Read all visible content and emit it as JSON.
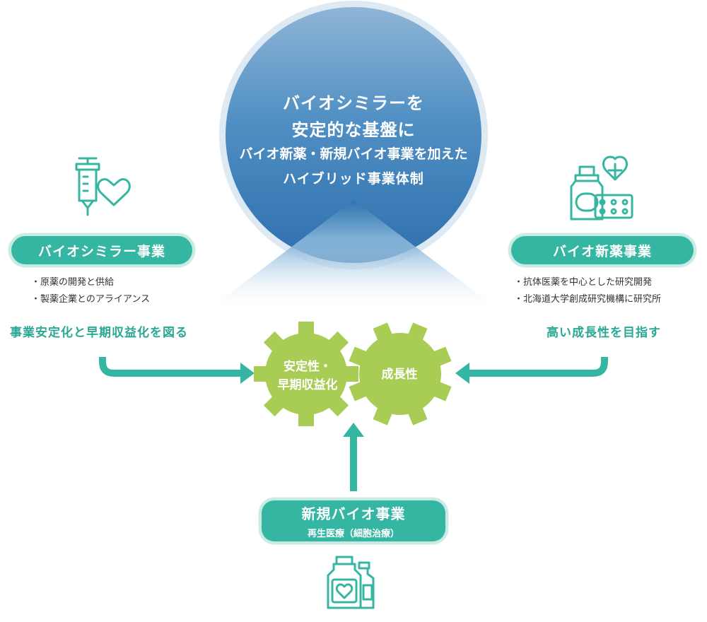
{
  "center": {
    "line1": "バイオシミラーを",
    "line2": "安定的な基盤に",
    "line3": "バイオ新薬・新規バイオ事業を加えた",
    "line4": "ハイブリッド事業体制"
  },
  "left": {
    "title": "バイオシミラー事業",
    "bullets": [
      "原薬の開発と供給",
      "製薬企業とのアライアンス"
    ],
    "tagline": "事業安定化と早期収益化を図る"
  },
  "right": {
    "title": "バイオ新薬事業",
    "bullets": [
      "抗体医薬を中心とした研究開発",
      "北海道大学創成研究機構に研究所"
    ],
    "tagline": "高い成長性を目指す"
  },
  "bottom": {
    "title": "新規バイオ事業",
    "subtitle": "再生医療（細胞治療）"
  },
  "gears": {
    "left_line1": "安定性・",
    "left_line2": "早期収益化",
    "right": "成長性"
  },
  "colors": {
    "teal": "#35b6a2",
    "teal_text": "#2aa894",
    "gear_green": "#a9cc55",
    "circle_blue": "#3c82bb",
    "icons": [
      "syringe-heart-icon",
      "medicine-bottle-pills-icon",
      "vials-heart-icon"
    ]
  }
}
